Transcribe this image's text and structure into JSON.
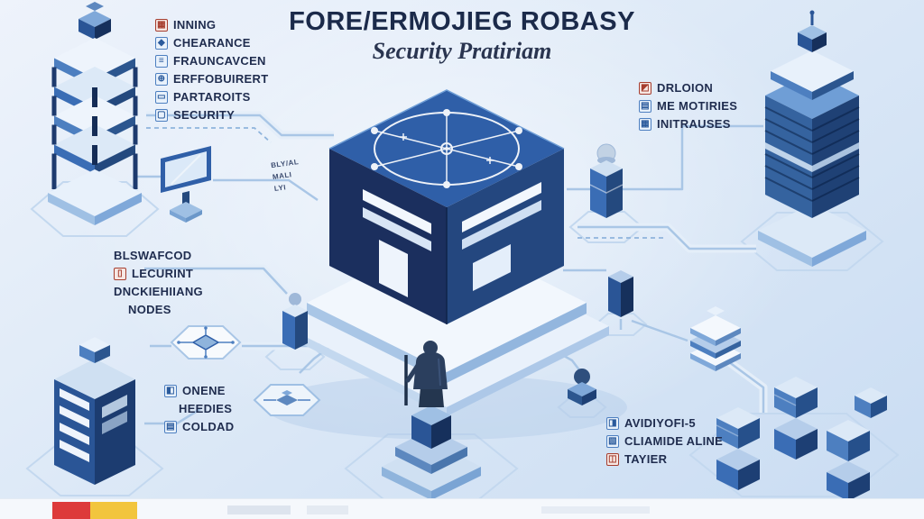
{
  "title": {
    "line1": "FORE/ERMOJIEG ROBASY",
    "line2": "Security Pratiriam"
  },
  "label_groups": {
    "top_left": {
      "items": [
        {
          "label": "INNING",
          "icon": {
            "name": "chip-icon",
            "glyph": "▦"
          }
        },
        {
          "label": "CHEARANCE",
          "icon": {
            "name": "shield-icon",
            "glyph": "◆"
          }
        },
        {
          "label": "FRAUNCAVCEN",
          "icon": {
            "name": "server-icon",
            "glyph": "≡"
          }
        },
        {
          "label": "ERFFOBUIRERT",
          "icon": {
            "name": "gear-icon",
            "glyph": "⊕"
          }
        },
        {
          "label": "PARTAROITS",
          "icon": {
            "name": "monitor-icon",
            "glyph": "▭"
          }
        },
        {
          "label": "SECURITY",
          "icon": {
            "name": "chat-icon",
            "glyph": "▢"
          }
        }
      ]
    },
    "right": {
      "items": [
        {
          "label": "DRLOION",
          "icon": {
            "name": "lock-icon",
            "glyph": "◩"
          }
        },
        {
          "label": "ME MOTIRIES",
          "icon": {
            "name": "database-icon",
            "glyph": "▤"
          }
        },
        {
          "label": "INITRAUSES",
          "icon": {
            "name": "network-icon",
            "glyph": "▦"
          }
        }
      ]
    },
    "mid_left": {
      "items": [
        {
          "label": "BLSWAFCOD"
        },
        {
          "label": "LECURINT",
          "icon": {
            "name": "document-icon",
            "glyph": "▯"
          }
        },
        {
          "label": "DNCKIEHIIANG"
        },
        {
          "label": "NODES"
        }
      ]
    },
    "bottom_left": {
      "items": [
        {
          "label": "ONENE",
          "icon": {
            "name": "cube-icon",
            "glyph": "◧"
          }
        },
        {
          "label": "HEEDIES"
        },
        {
          "label": "COLDAD",
          "icon": {
            "name": "storage-icon",
            "glyph": "▤"
          }
        }
      ]
    },
    "bottom_right": {
      "items": [
        {
          "label": "AVIDIYOFI-5",
          "icon": {
            "name": "key-icon",
            "glyph": "◨"
          }
        },
        {
          "label": "CLIAMIDE ALINE",
          "icon": {
            "name": "cloud-icon",
            "glyph": "▧"
          }
        },
        {
          "label": "TAYIER",
          "icon": {
            "name": "tag-icon",
            "glyph": "◫"
          }
        }
      ]
    }
  },
  "cube_note": {
    "lines": [
      "BLY/AL",
      "MALI",
      "LYI"
    ]
  },
  "colors": {
    "background_top": "#eef3fb",
    "background_bottom": "#c9dcf2",
    "primary_blue": "#2f5fa8",
    "dark_navy": "#1b2f5e",
    "mid_blue": "#4d7fc0",
    "line_blue": "#a9c6e6",
    "text_navy": "#1f2c4e",
    "accent_red": "#dd3a3a",
    "accent_yellow": "#f2c53d"
  }
}
